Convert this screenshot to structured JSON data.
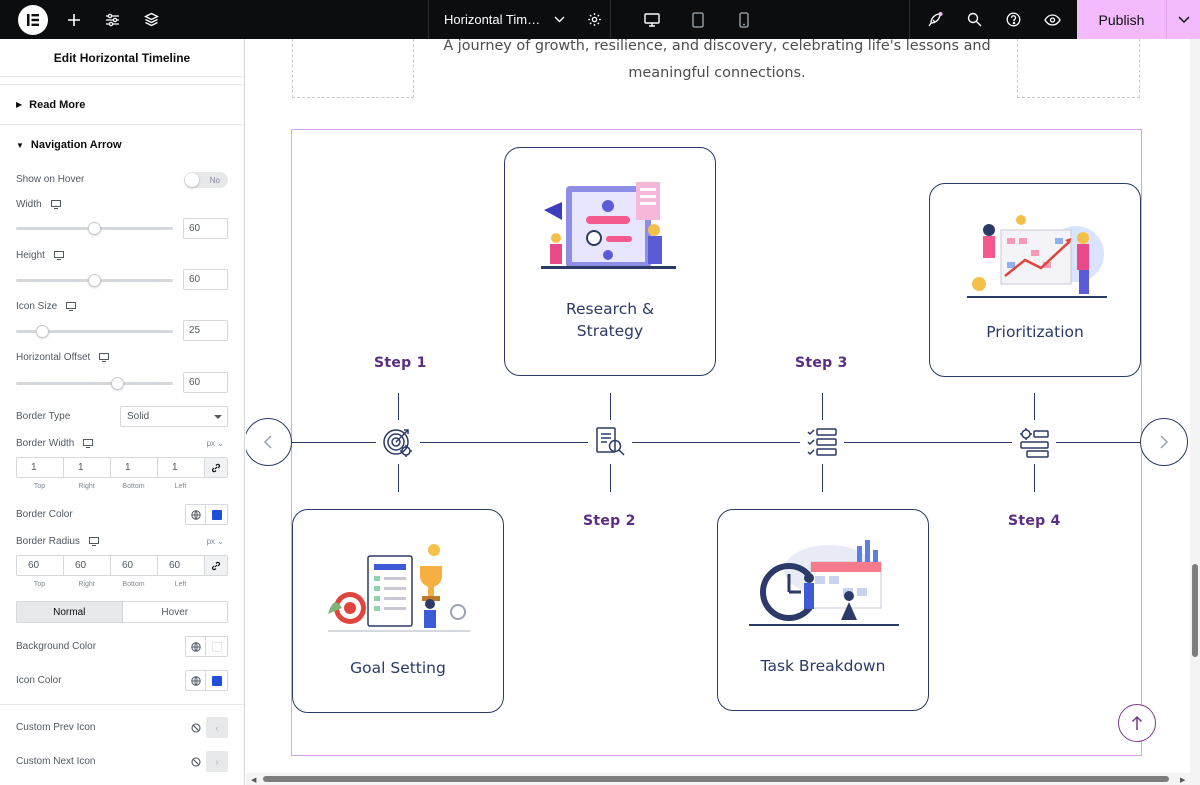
{
  "topbar": {
    "document_title": "Horizontal Timeli...",
    "publish_label": "Publish"
  },
  "panel": {
    "header": "Edit Horizontal Timeline",
    "read_more": "Read More",
    "nav_arrow": "Navigation Arrow",
    "show_on_hover": {
      "label": "Show on Hover",
      "value": "No"
    },
    "width": {
      "label": "Width",
      "value": "60",
      "fill": 0.5
    },
    "height": {
      "label": "Height",
      "value": "60",
      "fill": 0.5
    },
    "icon_size": {
      "label": "Icon Size",
      "value": "25",
      "fill": 0.15
    },
    "horizontal_offset": {
      "label": "Horizontal Offset",
      "value": "60",
      "fill": 0.65
    },
    "border_type": {
      "label": "Border Type",
      "value": "Solid"
    },
    "border_width": {
      "label": "Border Width",
      "unit": "px",
      "values": [
        "1",
        "1",
        "1",
        "1"
      ]
    },
    "border_color": {
      "label": "Border Color",
      "color": "#1f4fd8"
    },
    "border_radius": {
      "label": "Border Radius",
      "unit": "px",
      "values": [
        "60",
        "60",
        "60",
        "60"
      ]
    },
    "side_labels": [
      "Top",
      "Right",
      "Bottom",
      "Left"
    ],
    "tabs": [
      "Normal",
      "Hover"
    ],
    "background_color": {
      "label": "Background Color",
      "color": "#ffffff"
    },
    "icon_color": {
      "label": "Icon Color",
      "color": "#1f4fd8"
    },
    "custom_prev_icon": "Custom Prev Icon",
    "custom_next_icon": "Custom Next Icon"
  },
  "canvas": {
    "intro_text": "A journey of growth, resilience, and discovery, celebrating life's lessons and meaningful connections.",
    "steps": [
      {
        "step": "Step 1",
        "title": "Goal Setting",
        "icon": "target-gear-icon"
      },
      {
        "step": "Step 2",
        "title": "Research & Strategy",
        "icon": "document-search-icon"
      },
      {
        "step": "Step 3",
        "title": "Task Breakdown",
        "icon": "checklist-icon"
      },
      {
        "step": "Step 4",
        "title": "Prioritization",
        "icon": "settings-list-icon"
      }
    ],
    "accent_color": "#2b3a67",
    "step_color": "#5b2d82"
  }
}
